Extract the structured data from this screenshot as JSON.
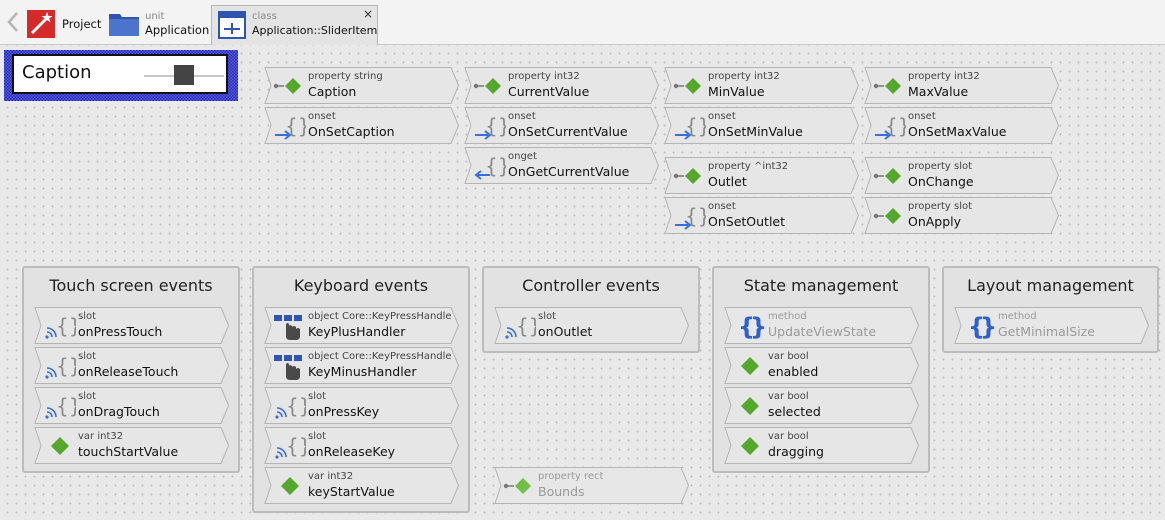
{
  "breadcrumbs": [
    {
      "kind": "",
      "name": "Project"
    },
    {
      "kind": "unit",
      "name": "Application"
    },
    {
      "kind": "class",
      "name": "Application::SliderItem"
    }
  ],
  "tab_close": "×",
  "preview": {
    "caption": "Caption"
  },
  "members": [
    {
      "kind": "property string",
      "name": "Caption",
      "icon": "diamond-connector"
    },
    {
      "kind": "onset",
      "name": "OnSetCaption",
      "icon": "braces-arrow-in"
    },
    {
      "kind": "property int32",
      "name": "CurrentValue",
      "icon": "diamond-connector"
    },
    {
      "kind": "onset",
      "name": "OnSetCurrentValue",
      "icon": "braces-arrow-in"
    },
    {
      "kind": "onget",
      "name": "OnGetCurrentValue",
      "icon": "braces-arrow-out"
    },
    {
      "kind": "property int32",
      "name": "MinValue",
      "icon": "diamond-connector"
    },
    {
      "kind": "onset",
      "name": "OnSetMinValue",
      "icon": "braces-arrow-in"
    },
    {
      "kind": "property int32",
      "name": "MaxValue",
      "icon": "diamond-connector"
    },
    {
      "kind": "onset",
      "name": "OnSetMaxValue",
      "icon": "braces-arrow-in"
    },
    {
      "kind": "property ^int32",
      "name": "Outlet",
      "icon": "diamond-connector"
    },
    {
      "kind": "onset",
      "name": "OnSetOutlet",
      "icon": "braces-arrow-in"
    },
    {
      "kind": "property slot",
      "name": "OnChange",
      "icon": "diamond-connector"
    },
    {
      "kind": "property slot",
      "name": "OnApply",
      "icon": "diamond-connector"
    },
    {
      "kind": "slot",
      "name": "onPressTouch",
      "icon": "braces-signal"
    },
    {
      "kind": "slot",
      "name": "onReleaseTouch",
      "icon": "braces-signal"
    },
    {
      "kind": "slot",
      "name": "onDragTouch",
      "icon": "braces-signal"
    },
    {
      "kind": "var int32",
      "name": "touchStartValue",
      "icon": "diamond"
    },
    {
      "kind": "object Core::KeyPressHandler",
      "name": "KeyPlusHandler",
      "icon": "hand-object"
    },
    {
      "kind": "object Core::KeyPressHandler",
      "name": "KeyMinusHandler",
      "icon": "hand-object"
    },
    {
      "kind": "slot",
      "name": "onPressKey",
      "icon": "braces-signal"
    },
    {
      "kind": "slot",
      "name": "onReleaseKey",
      "icon": "braces-signal"
    },
    {
      "kind": "var int32",
      "name": "keyStartValue",
      "icon": "diamond"
    },
    {
      "kind": "slot",
      "name": "onOutlet",
      "icon": "braces-signal"
    },
    {
      "kind": "method",
      "name": "UpdateViewState",
      "icon": "braces-blue"
    },
    {
      "kind": "var bool",
      "name": "enabled",
      "icon": "diamond"
    },
    {
      "kind": "var bool",
      "name": "selected",
      "icon": "diamond"
    },
    {
      "kind": "var bool",
      "name": "dragging",
      "icon": "diamond"
    },
    {
      "kind": "method",
      "name": "GetMinimalSize",
      "icon": "braces-blue"
    },
    {
      "kind": "property rect",
      "name": "Bounds",
      "icon": "diamond-connector"
    }
  ],
  "groups": [
    {
      "title": "Touch screen events"
    },
    {
      "title": "Keyboard events"
    },
    {
      "title": "Controller events"
    },
    {
      "title": "State management"
    },
    {
      "title": "Layout management"
    }
  ],
  "colors": {
    "diamond": "#55a82c",
    "diamond_dim": "#6fbf48",
    "braces_blue": "#2f5fd0",
    "arrow": "#3a6fd8",
    "dim_text": "#9a9a9a"
  }
}
